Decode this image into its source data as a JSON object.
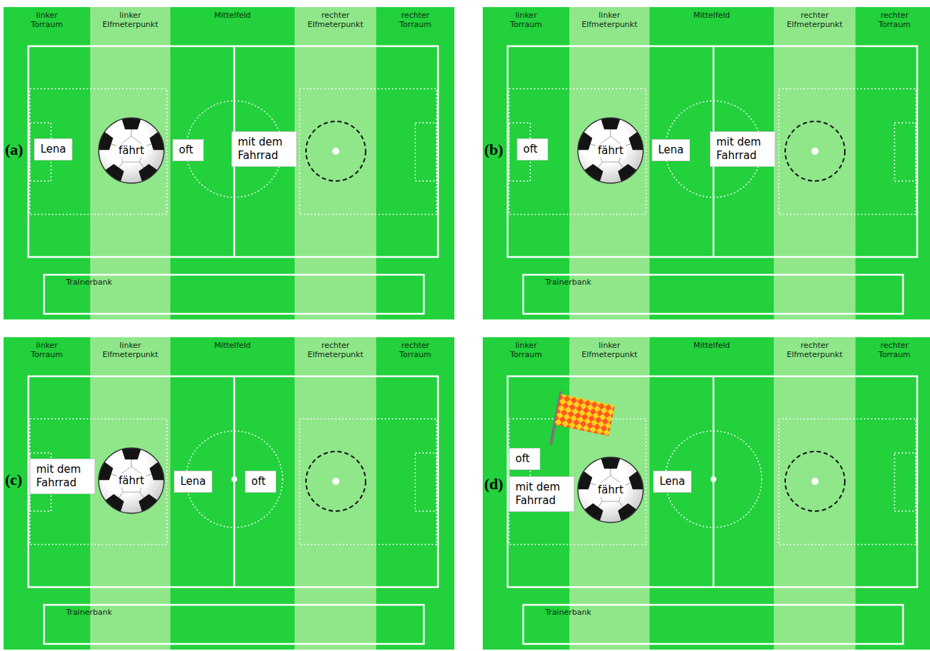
{
  "diagram": {
    "nodes": [
      {
        "text": [
          "Lena"
        ]
      },
      {
        "text": [
          "fährt"
        ]
      },
      {
        "text": [
          "oft"
        ]
      },
      {
        "text": [
          "mit dem Fahrrad"
        ]
      },
      {
        "text": [
          "oft"
        ]
      },
      {
        "text": [
          "fährt"
        ]
      },
      {
        "text": [
          "Lena"
        ]
      },
      {
        "text": [
          "mit dem Fahrrad"
        ]
      },
      {
        "text": [
          "mit dem Fahrrad"
        ]
      },
      {
        "text": [
          "fährt"
        ]
      },
      {
        "text": [
          "Lena"
        ]
      },
      {
        "text": [
          "oft"
        ]
      },
      {
        "text": [
          "oft"
        ]
      },
      {
        "text": [
          "mit dem Fahrrad"
        ]
      },
      {
        "text": [
          "fährt"
        ]
      },
      {
        "text": [
          "Lena"
        ]
      }
    ],
    "labels": [
      "(a)",
      "linker Torraum",
      "linker Elfmeterpunkt",
      "Mittelfeld",
      "rechter Elfmeterpunkt",
      "rechter Torraum",
      "Trainerbank",
      "(b)",
      "linker Torraum",
      "linker Elfmeterpunkt",
      "Mittelfeld",
      "rechter Elfmeterpunkt",
      "rechter Torraum",
      "Trainerbank",
      "(c)",
      "linker Torraum",
      "linker Elfmeterpunkt",
      "Mittelfeld",
      "rechter Elfmeterpunkt",
      "rechter Torraum",
      "Trainerbank",
      "(d)",
      "linker Torraum",
      "linker Elfmeterpunkt",
      "Mittelfeld",
      "rechter Elfmeterpunkt",
      "rechter Torraum",
      "Trainerbank"
    ]
  }
}
